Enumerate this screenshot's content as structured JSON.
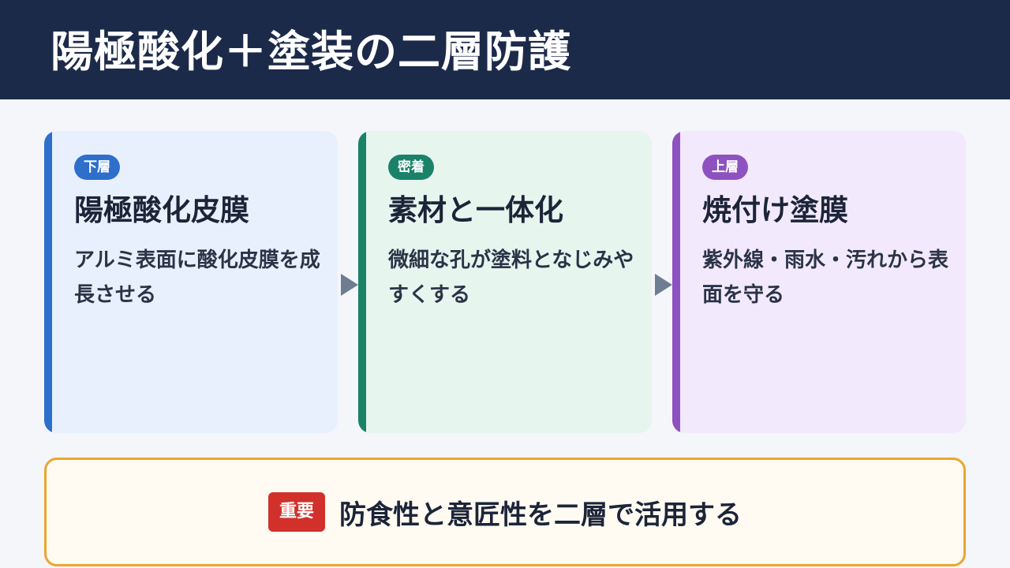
{
  "title": "陽極酸化＋塗装の二層防護",
  "cards": [
    {
      "badge": "下層",
      "heading": "陽極酸化皮膜",
      "desc": "アルミ表面に酸化皮膜を成長させる",
      "color": "#2d6fcb"
    },
    {
      "badge": "密着",
      "heading": "素材と一体化",
      "desc": "微細な孔が塗料となじみやすくする",
      "color": "#1a8268"
    },
    {
      "badge": "上層",
      "heading": "焼付け塗膜",
      "desc": "紫外線・雨水・汚れから表面を守る",
      "color": "#8d52c0"
    }
  ],
  "note": {
    "badge": "重要",
    "text": "防食性と意匠性を二層で活用する",
    "border_color": "#eaa62e",
    "badge_color": "#d1302b"
  },
  "icons": [
    "arrow-right-icon",
    "arrow-right-icon"
  ]
}
